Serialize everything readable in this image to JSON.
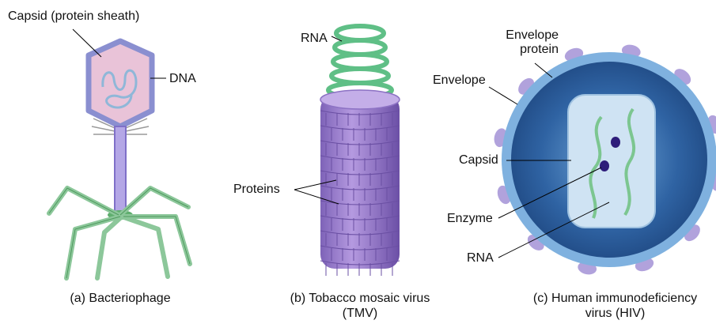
{
  "panels": {
    "bacteriophage": {
      "caption": "(a) Bacteriophage",
      "labels": {
        "capsid": "Capsid (protein sheath)",
        "dna": "DNA"
      }
    },
    "tmv": {
      "caption_line1": "(b) Tobacco mosaic virus",
      "caption_line2": "(TMV)",
      "labels": {
        "rna": "RNA",
        "proteins": "Proteins"
      }
    },
    "hiv": {
      "caption_line1": "(c) Human immunodeficiency",
      "caption_line2": "virus (HIV)",
      "labels": {
        "envelope_protein_line1": "Envelope",
        "envelope_protein_line2": "protein",
        "envelope": "Envelope",
        "capsid": "Capsid",
        "enzyme": "Enzyme",
        "rna": "RNA"
      }
    }
  },
  "colors": {
    "capsid_fill": "#e9c3d8",
    "capsid_border": "#8a8fd0",
    "tail": "#9c8fd6",
    "tail_fiber": "#8cc79a",
    "rna_helix": "#5fbf86",
    "tmv_protein": "#a58ad3",
    "hiv_envelope": "#3a6fae",
    "hiv_inner": "#cfe3f3",
    "enzyme": "#2e1d7a"
  }
}
